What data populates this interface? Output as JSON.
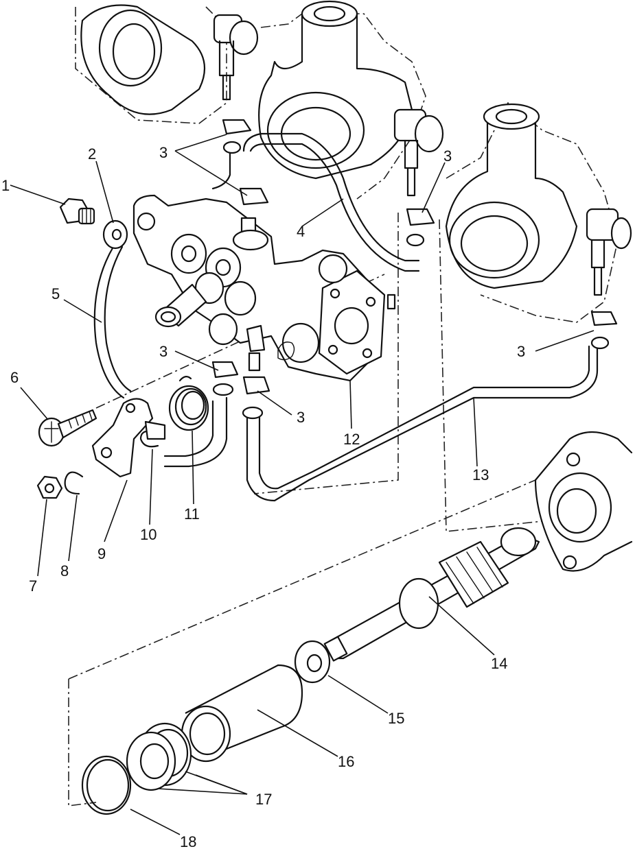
{
  "callouts": [
    {
      "id": "c1",
      "text": "1"
    },
    {
      "id": "c2",
      "text": "2"
    },
    {
      "id": "c3a",
      "text": "3"
    },
    {
      "id": "c3b",
      "text": "3"
    },
    {
      "id": "c3c",
      "text": "3"
    },
    {
      "id": "c3d",
      "text": "3"
    },
    {
      "id": "c3e",
      "text": "3"
    },
    {
      "id": "c4",
      "text": "4"
    },
    {
      "id": "c5",
      "text": "5"
    },
    {
      "id": "c6",
      "text": "6"
    },
    {
      "id": "c7",
      "text": "7"
    },
    {
      "id": "c8",
      "text": "8"
    },
    {
      "id": "c9",
      "text": "9"
    },
    {
      "id": "c10",
      "text": "10"
    },
    {
      "id": "c11",
      "text": "11"
    },
    {
      "id": "c12",
      "text": "12"
    },
    {
      "id": "c13",
      "text": "13"
    },
    {
      "id": "c14",
      "text": "14"
    },
    {
      "id": "c15",
      "text": "15"
    },
    {
      "id": "c16",
      "text": "16"
    },
    {
      "id": "c17",
      "text": "17"
    },
    {
      "id": "c18",
      "text": "18"
    }
  ]
}
